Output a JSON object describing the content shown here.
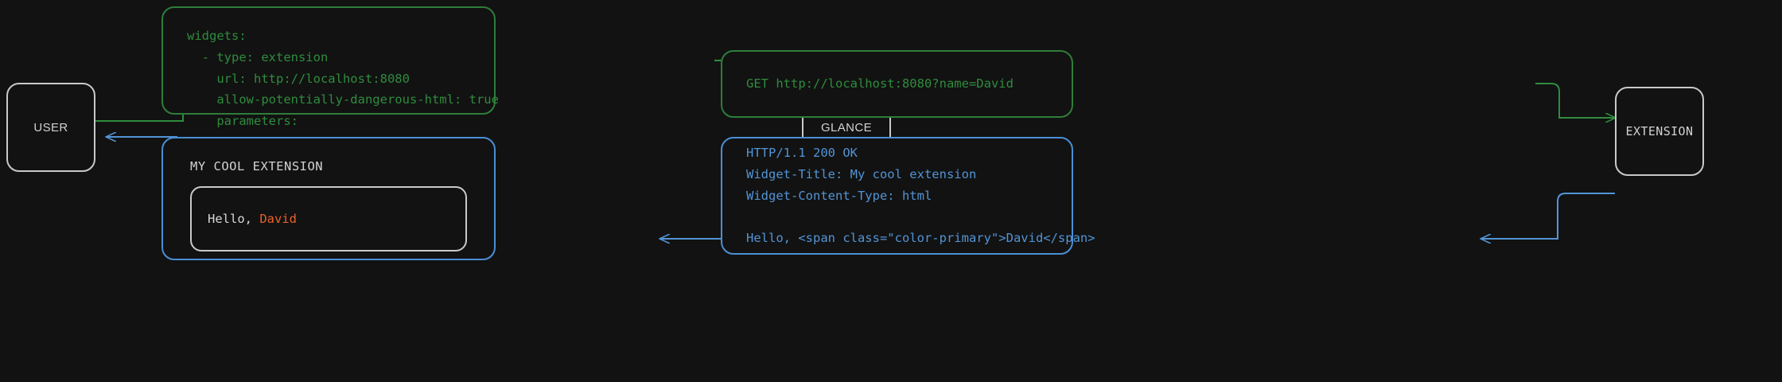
{
  "theme": {
    "background": "#121212",
    "node_border": "#c9c9c9",
    "node_text": "#d2d2d2",
    "green": "#2f8c3e",
    "green_border": "#2f7d3b",
    "blue": "#5294d6",
    "blue_border": "#4a8fd4",
    "accent_orange": "#e8622a"
  },
  "nodes": {
    "user": {
      "label": "USER"
    },
    "glance": {
      "label": "GLANCE"
    },
    "extension": {
      "label": "EXTENSION"
    }
  },
  "panels": {
    "yaml_config": {
      "color": "green",
      "code": "widgets:\n  - type: extension\n    url: http://localhost:8080\n    allow-potentially-dangerous-html: true\n    parameters:\n      name: David"
    },
    "http_request": {
      "color": "green",
      "code": "GET http://localhost:8080?name=David"
    },
    "http_response": {
      "color": "blue",
      "code": "HTTP/1.1 200 OK\nWidget-Title: My cool extension\nWidget-Content-Type: html\n\nHello, <span class=\"color-primary\">David</span>"
    },
    "rendered_widget": {
      "color": "blue",
      "title": "MY COOL EXTENSION",
      "body_prefix": "Hello, ",
      "body_accent": "David"
    }
  },
  "flow": {
    "forward_color": "#2f8c3e",
    "return_color": "#5294d6",
    "forward_steps": [
      "USER",
      "widgets config",
      "GLANCE",
      "GET request",
      "EXTENSION"
    ],
    "return_steps": [
      "EXTENSION",
      "HTTP response",
      "GLANCE",
      "rendered widget",
      "USER"
    ]
  }
}
